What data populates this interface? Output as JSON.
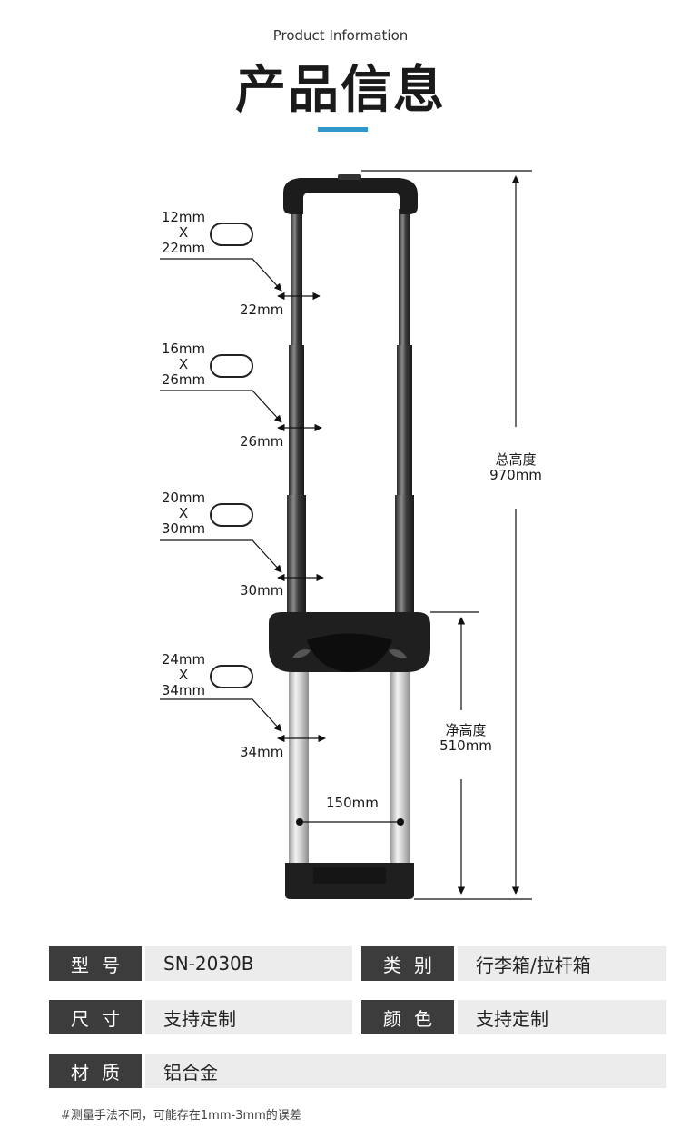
{
  "header": {
    "subtitle": "Product Information",
    "title": "产品信息"
  },
  "diagram": {
    "tube_sizes": [
      {
        "size_a": "12mm",
        "sep": "X",
        "size_b": "22mm",
        "width": "22mm"
      },
      {
        "size_a": "16mm",
        "sep": "X",
        "size_b": "26mm",
        "width": "26mm"
      },
      {
        "size_a": "20mm",
        "sep": "X",
        "size_b": "30mm",
        "width": "30mm"
      },
      {
        "size_a": "24mm",
        "sep": "X",
        "size_b": "34mm",
        "width": "34mm"
      }
    ],
    "total_height": {
      "label": "总高度",
      "value": "970mm"
    },
    "net_height": {
      "label": "净高度",
      "value": "510mm"
    },
    "spacing": "150mm"
  },
  "specs": [
    {
      "key": "型号",
      "value": "SN-2030B"
    },
    {
      "key": "类别",
      "value": "行李箱/拉杆箱"
    },
    {
      "key": "尺寸",
      "value": "支持定制"
    },
    {
      "key": "颜色",
      "value": "支持定制"
    },
    {
      "key": "材质",
      "value": "铝合金"
    }
  ],
  "footnote": "#测量手法不同，可能存在1mm-3mm的误差",
  "colors": {
    "accent": "#2f97c9",
    "key_bg": "#3c3c3c",
    "value_bg": "#ececec"
  }
}
